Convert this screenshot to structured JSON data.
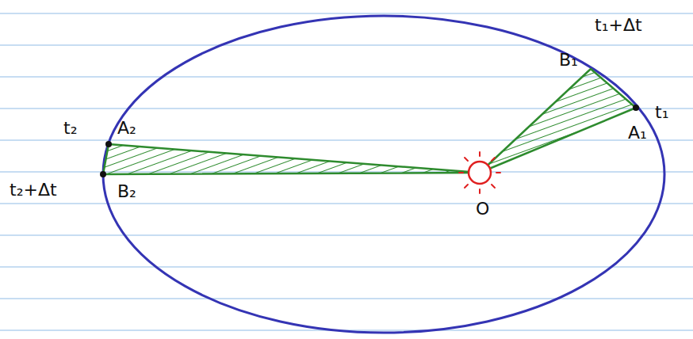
{
  "diagram": {
    "labels": [
      "t₁+Δt",
      "B₁",
      "t₁",
      "A₁",
      "t₂",
      "A₂",
      "t₂+Δt",
      "B₂",
      "O"
    ]
  }
}
